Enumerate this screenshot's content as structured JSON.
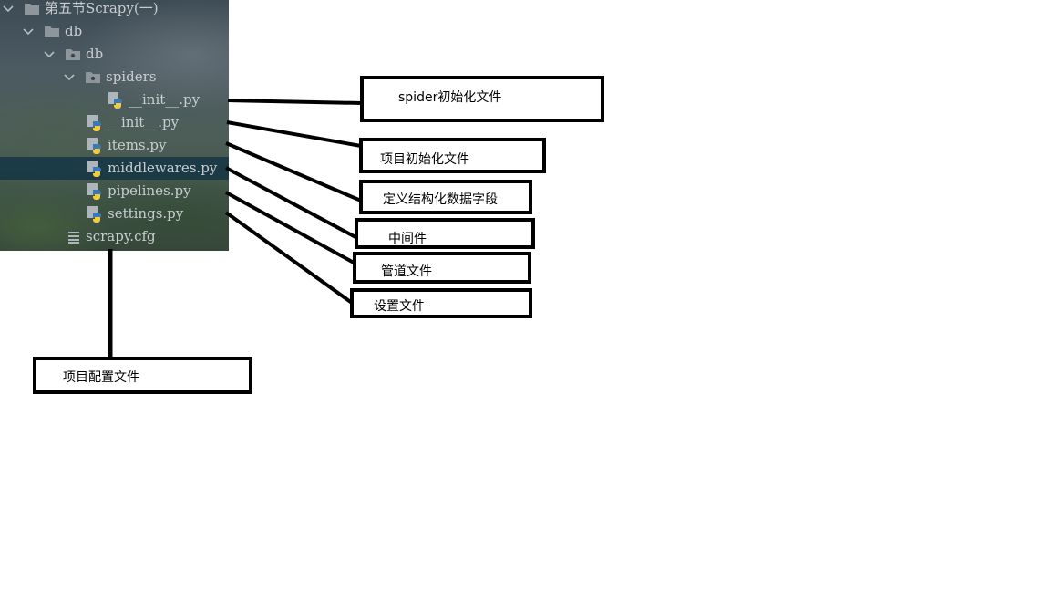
{
  "project_tree": [
    {
      "label": "第五节Scrapy(一)",
      "type": "folder",
      "expanded": true,
      "depth": 0
    },
    {
      "label": "db",
      "type": "folder",
      "expanded": true,
      "depth": 1
    },
    {
      "label": "db",
      "type": "package",
      "expanded": true,
      "depth": 2
    },
    {
      "label": "spiders",
      "type": "package",
      "expanded": true,
      "depth": 3
    },
    {
      "label": "__init__.py",
      "type": "python-file",
      "depth": 4
    },
    {
      "label": "__init__.py",
      "type": "python-file",
      "depth": 3
    },
    {
      "label": "items.py",
      "type": "python-file",
      "depth": 3
    },
    {
      "label": "middlewares.py",
      "type": "python-file",
      "depth": 3,
      "selected": true
    },
    {
      "label": "pipelines.py",
      "type": "python-file",
      "depth": 3
    },
    {
      "label": "settings.py",
      "type": "python-file",
      "depth": 3
    },
    {
      "label": "scrapy.cfg",
      "type": "config-file",
      "depth": 2
    }
  ],
  "annotations": {
    "spider_init": "spider初始化文件",
    "project_init": "项目初始化文件",
    "items": "定义结构化数据字段",
    "middlewares": "中间件",
    "pipelines": "管道文件",
    "settings": "设置文件",
    "config": "项目配置文件"
  },
  "colors": {
    "tree_text": "#c9cdd0",
    "selected_row": "#103242",
    "folder_icon": "#8e969c",
    "python_blue": "#3c78b4",
    "python_yellow": "#f2cc3d",
    "annotation_border": "#000000"
  }
}
